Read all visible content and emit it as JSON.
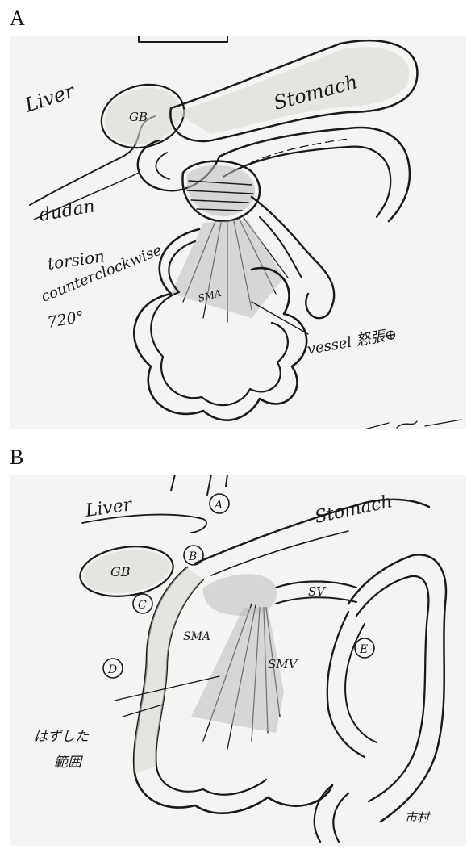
{
  "panels": [
    {
      "letter": "A",
      "labels": {
        "liver": "Liver",
        "gb": "GB",
        "stomach": "Stomach",
        "duodenum": "dudan",
        "torsion_1": "torsion",
        "torsion_2": "counterclockwise",
        "torsion_3": "720°",
        "sma": "SMA",
        "vessel": "vessel 怒張⊕"
      }
    },
    {
      "letter": "B",
      "labels": {
        "liver": "Liver",
        "gb": "GB",
        "stomach": "Stomach",
        "sv": "SV",
        "sma": "SMA",
        "smv": "SMV",
        "marker_a": "A",
        "marker_b": "B",
        "marker_c": "C",
        "marker_d": "D",
        "marker_e": "E",
        "note_1": "はずした",
        "note_2": "範囲",
        "signature": "市村"
      }
    }
  ]
}
